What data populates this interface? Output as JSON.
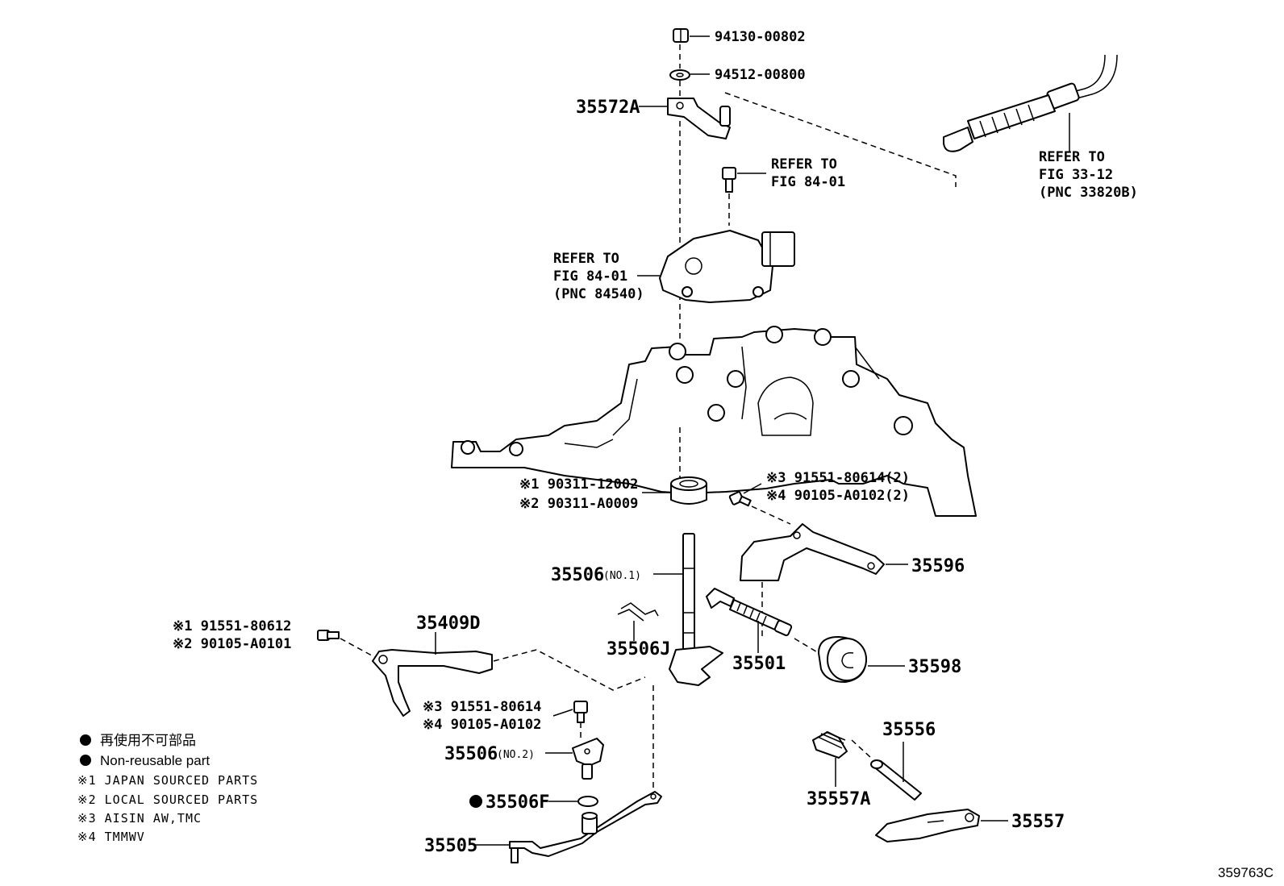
{
  "diagram": {
    "figure_code": "359763C",
    "parts": {
      "p94130": "94130-00802",
      "p94512": "94512-00800",
      "p35572A": "35572A",
      "refer_84_01_a": [
        "REFER TO",
        "FIG 84-01"
      ],
      "refer_33_12": [
        "REFER TO",
        "FIG 33-12",
        "(PNC 33820B)"
      ],
      "refer_84_01_b": [
        "REFER TO",
        "FIG 84-01",
        "(PNC 84540)"
      ],
      "p90311_1": "※1 90311-12002",
      "p90311_2": "※2 90311-A0009",
      "p91551_3_2": "※3 91551-80614(2)",
      "p90105_4_2": "※4 90105-A0102(2)",
      "p35596": "35596",
      "p35506_no1": "35506",
      "p35506_no1_sub": "(NO.1)",
      "p35409D": "35409D",
      "p91551_1": "※1 91551-80612",
      "p90105_2": "※2 90105-A0101",
      "p35506J": "35506J",
      "p35501": "35501",
      "p35598": "35598",
      "p91551_3": "※3 91551-80614",
      "p90105_4": "※4 90105-A0102",
      "p35506_no2": "35506",
      "p35506_no2_sub": "(NO.2)",
      "p35506F": "35506F",
      "p35505": "35505",
      "p35556": "35556",
      "p35557A": "35557A",
      "p35557": "35557"
    },
    "legend": {
      "non_reusable_jp": "再使用不可部品",
      "non_reusable_en": "Non-reusable part",
      "note1": "※1 JAPAN SOURCED PARTS",
      "note2": "※2 LOCAL SOURCED PARTS",
      "note3": "※3 AISIN AW,TMC",
      "note4": "※4 TMMWV"
    }
  }
}
